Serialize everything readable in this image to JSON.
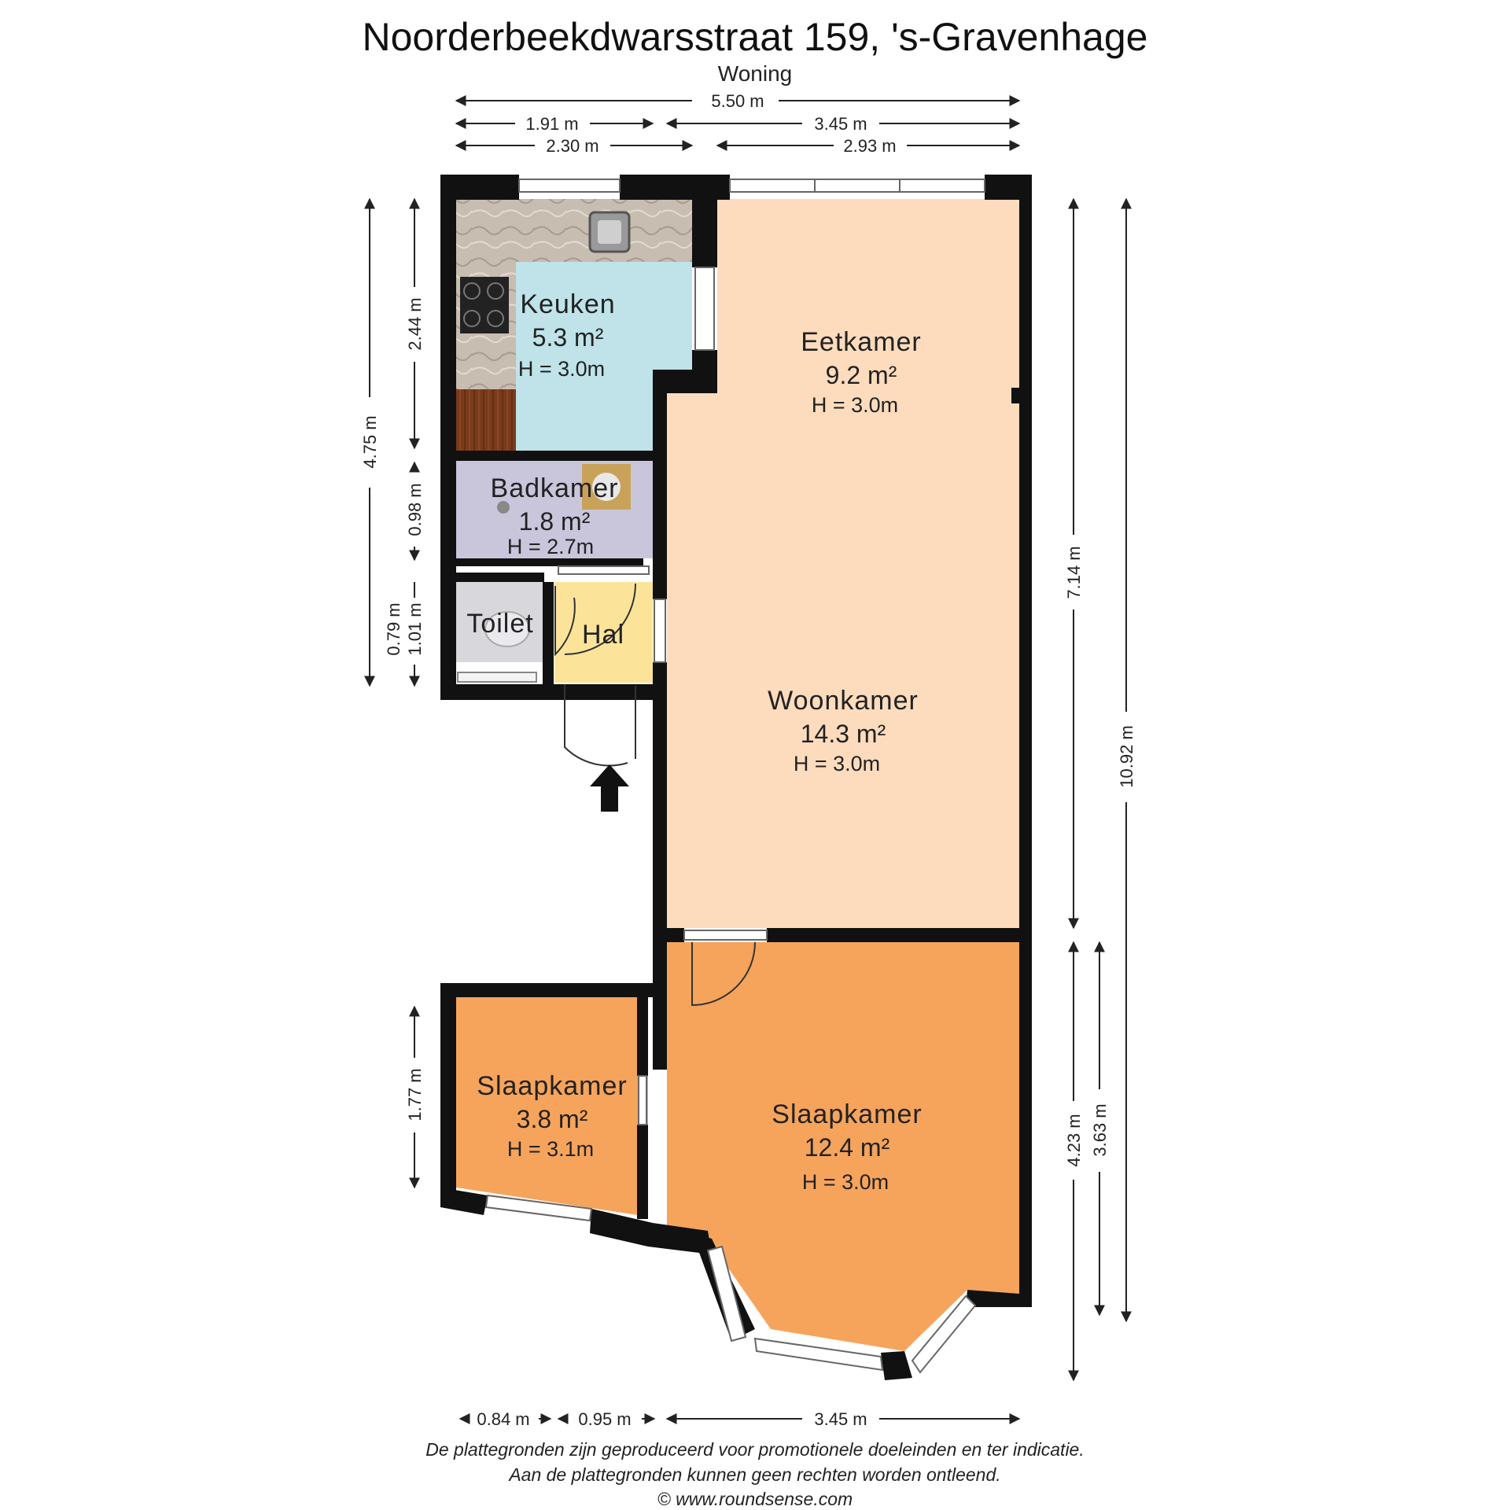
{
  "header": {
    "title": "Noorderbeekdwarsstraat 159, 's-Gravenhage",
    "subtitle": "Woning"
  },
  "rooms": [
    {
      "name": "Keuken",
      "area": "5.3 m²",
      "height": "H = 3.0m",
      "color": "#bfe3e8"
    },
    {
      "name": "Eetkamer",
      "area": "9.2 m²",
      "height": "H = 3.0m",
      "color": "#fcdcbd"
    },
    {
      "name": "Badkamer",
      "area": "1.8 m²",
      "height": "H = 2.7m",
      "color": "#c9c6dc"
    },
    {
      "name": "Toilet",
      "color": "#d8d8dc"
    },
    {
      "name": "Hal",
      "color": "#fbe49a"
    },
    {
      "name": "Woonkamer",
      "area": "14.3 m²",
      "height": "H = 3.0m",
      "color": "#fcdcbd"
    },
    {
      "name": "Slaapkamer",
      "area": "3.8 m²",
      "height": "H = 3.1m",
      "color": "#f6a45c"
    },
    {
      "name": "Slaapkamer",
      "area": "12.4 m²",
      "height": "H = 3.0m",
      "color": "#f6a45c"
    }
  ],
  "dimensions": {
    "top": [
      "5.50 m",
      "1.91 m",
      "3.45 m",
      "2.30 m",
      "2.93 m"
    ],
    "left": [
      "4.75 m",
      "2.44 m",
      "0.98 m",
      "0.79 m",
      "1.01 m",
      "1.77 m"
    ],
    "right": [
      "7.14 m",
      "10.92 m",
      "4.23 m",
      "3.63 m"
    ],
    "bottom": [
      "0.84 m",
      "0.95 m",
      "3.45 m"
    ]
  },
  "footer": {
    "line1": "De plattegronden zijn geproduceerd voor promotionele doeleinden en ter indicatie.",
    "line2": "Aan de plattegronden kunnen geen rechten worden ontleend.",
    "line3": "© www.roundsense.com"
  },
  "colors": {
    "wall": "#111111",
    "counter": "#b9aea0",
    "cabinet": "#7a3b1c",
    "dimension_line": "#222222"
  },
  "icons": [
    "sink-icon",
    "cooktop-icon",
    "toilet-icon",
    "shower-icon",
    "entrance-arrow-icon"
  ]
}
